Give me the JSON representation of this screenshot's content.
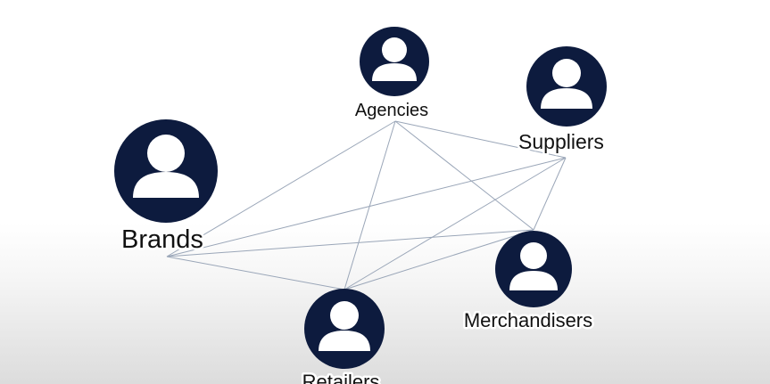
{
  "nodes": [
    {
      "id": "brands",
      "label": "Brands"
    },
    {
      "id": "agencies",
      "label": "Agencies"
    },
    {
      "id": "suppliers",
      "label": "Suppliers"
    },
    {
      "id": "merchandisers",
      "label": "Merchandisers"
    },
    {
      "id": "retailers",
      "label": "Retailers"
    }
  ],
  "edges": [
    [
      "brands",
      "agencies"
    ],
    [
      "brands",
      "suppliers"
    ],
    [
      "brands",
      "merchandisers"
    ],
    [
      "brands",
      "retailers"
    ],
    [
      "agencies",
      "suppliers"
    ],
    [
      "agencies",
      "merchandisers"
    ],
    [
      "agencies",
      "retailers"
    ],
    [
      "suppliers",
      "merchandisers"
    ],
    [
      "suppliers",
      "retailers"
    ],
    [
      "merchandisers",
      "retailers"
    ]
  ],
  "colors": {
    "node_fill": "#0d1b3e",
    "edge": "#9aa6b8",
    "icon": "#ffffff"
  },
  "icon": "person-icon"
}
